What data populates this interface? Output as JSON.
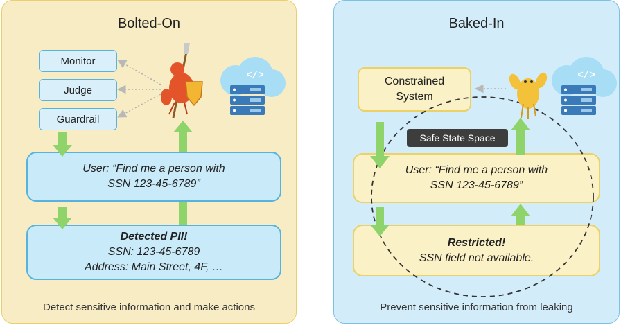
{
  "left_panel": {
    "title": "Bolted-On",
    "caption": "Detect sensitive information and make actions",
    "tools": [
      "Monitor",
      "Judge",
      "Guardrail"
    ],
    "user_box": {
      "line1": "User: “Find me a person with",
      "line2": "SSN 123-45-6789”"
    },
    "result_box": {
      "title": "Detected PII!",
      "line1": "SSN: 123-45-6789",
      "line2": "Address: Main Street, 4F, …"
    }
  },
  "right_panel": {
    "title": "Baked-In",
    "caption": "Prevent sensitive information from leaking",
    "system_box": {
      "line1": "Constrained",
      "line2": "System"
    },
    "safe_space_label": "Safe State Space",
    "user_box": {
      "line1": "User: “Find me a person with",
      "line2": "SSN 123-45-6789”"
    },
    "result_box": {
      "title": "Restricted!",
      "line1": "SSN field not available."
    }
  },
  "server_icon": {
    "code_glyph": "</>"
  },
  "colors": {
    "left_bg": "#f7ecc3",
    "right_bg": "#d2edf9",
    "arrow_green": "#8fd46a",
    "box_blue": "#c9eaf9",
    "box_yellow": "#fbf1c6"
  }
}
